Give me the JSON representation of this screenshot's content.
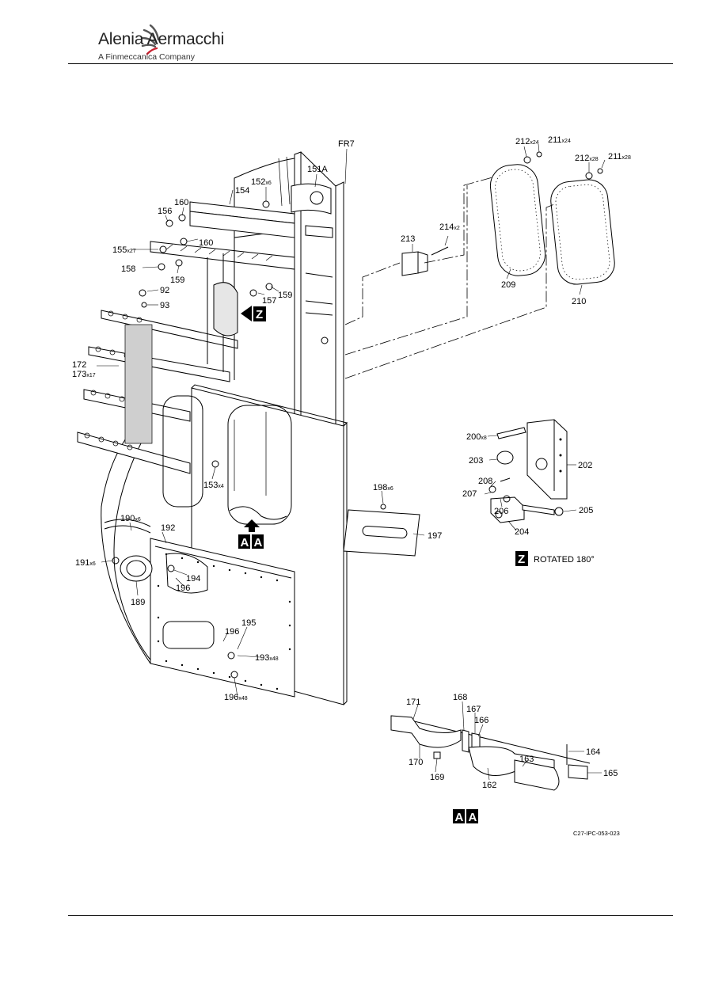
{
  "header": {
    "company": "Alenia Aermacchi",
    "tagline": "A Finmeccanica Company"
  },
  "figure": {
    "drawing_number": "C27-IPC-053-023",
    "frame_label": "FR7",
    "view_note": "ROTATED 180°",
    "view_z_letter": "Z",
    "section_letters": [
      "A",
      "A"
    ],
    "callouts": [
      {
        "num": "151A",
        "qty": ""
      },
      {
        "num": "152",
        "qty": "x6"
      },
      {
        "num": "154",
        "qty": ""
      },
      {
        "num": "156",
        "qty": ""
      },
      {
        "num": "160",
        "qty": ""
      },
      {
        "num": "160",
        "qty": ""
      },
      {
        "num": "155",
        "qty": "x27"
      },
      {
        "num": "158",
        "qty": ""
      },
      {
        "num": "159",
        "qty": ""
      },
      {
        "num": "92",
        "qty": ""
      },
      {
        "num": "93",
        "qty": ""
      },
      {
        "num": "157",
        "qty": ""
      },
      {
        "num": "159",
        "qty": ""
      },
      {
        "num": "172",
        "qty": ""
      },
      {
        "num": "173",
        "qty": "x17"
      },
      {
        "num": "153",
        "qty": "x4"
      },
      {
        "num": "190",
        "qty": "x6"
      },
      {
        "num": "192",
        "qty": ""
      },
      {
        "num": "191",
        "qty": "x6"
      },
      {
        "num": "194",
        "qty": ""
      },
      {
        "num": "196",
        "qty": ""
      },
      {
        "num": "189",
        "qty": ""
      },
      {
        "num": "196",
        "qty": ""
      },
      {
        "num": "195",
        "qty": ""
      },
      {
        "num": "193",
        "qty": "x48"
      },
      {
        "num": "196",
        "qty": "x48"
      },
      {
        "num": "198",
        "qty": "x6"
      },
      {
        "num": "197",
        "qty": ""
      },
      {
        "num": "213",
        "qty": ""
      },
      {
        "num": "214",
        "qty": "x2"
      },
      {
        "num": "212",
        "qty": "x24"
      },
      {
        "num": "211",
        "qty": "x24"
      },
      {
        "num": "212",
        "qty": "x28"
      },
      {
        "num": "211",
        "qty": "x28"
      },
      {
        "num": "209",
        "qty": ""
      },
      {
        "num": "210",
        "qty": ""
      },
      {
        "num": "200",
        "qty": "x8"
      },
      {
        "num": "203",
        "qty": ""
      },
      {
        "num": "202",
        "qty": ""
      },
      {
        "num": "208",
        "qty": ""
      },
      {
        "num": "207",
        "qty": ""
      },
      {
        "num": "206",
        "qty": ""
      },
      {
        "num": "205",
        "qty": ""
      },
      {
        "num": "204",
        "qty": ""
      },
      {
        "num": "171",
        "qty": ""
      },
      {
        "num": "168",
        "qty": ""
      },
      {
        "num": "167",
        "qty": ""
      },
      {
        "num": "166",
        "qty": ""
      },
      {
        "num": "164",
        "qty": ""
      },
      {
        "num": "170",
        "qty": ""
      },
      {
        "num": "169",
        "qty": ""
      },
      {
        "num": "163",
        "qty": ""
      },
      {
        "num": "162",
        "qty": ""
      },
      {
        "num": "165",
        "qty": ""
      }
    ]
  }
}
